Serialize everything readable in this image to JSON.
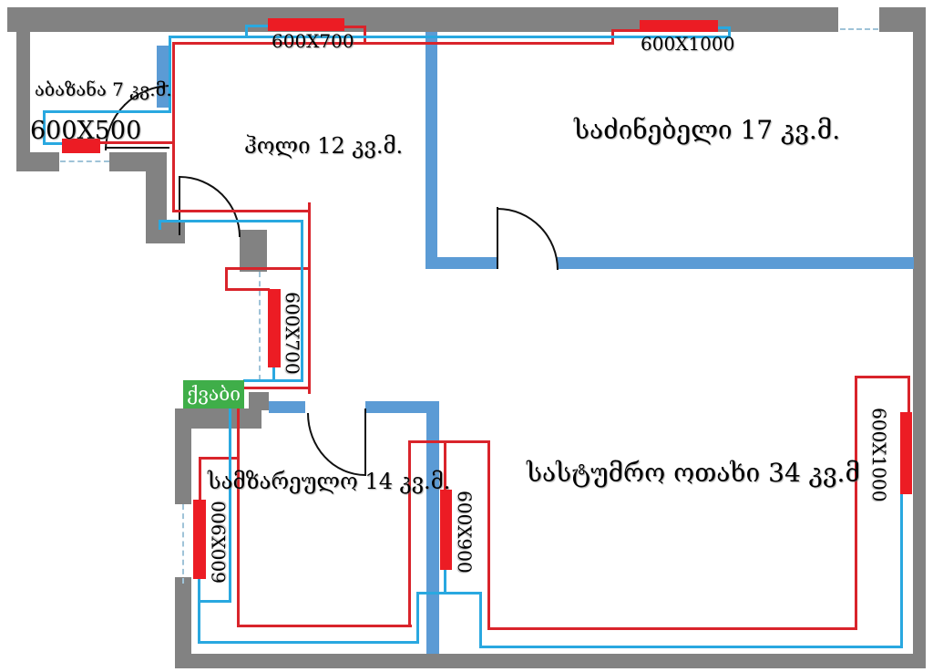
{
  "title": "apartment-heating-floor-plan",
  "rooms": {
    "bathroom": {
      "label": "აბაზანა 7 კვ.მ."
    },
    "hall": {
      "label": "ჰოლი 12 კვ.მ."
    },
    "bedroom": {
      "label": "საძინებელი 17 კვ.მ."
    },
    "kitchen": {
      "label": "სამზარეულო 14 კვ.მ."
    },
    "living": {
      "label": "სასტუმრო ოთახი 34 კვ.მ"
    }
  },
  "boiler": {
    "label": "ქვაბი",
    "color": "#3fae49"
  },
  "radiators": {
    "bathroom": {
      "label": "600X500"
    },
    "hall_top": {
      "label": "600X700"
    },
    "bedroom": {
      "label": "600X1000"
    },
    "hall_mid": {
      "label": "600X700"
    },
    "kitchen_left": {
      "label": "600X900"
    },
    "kitchen_mid": {
      "label": "600X900"
    },
    "living_right": {
      "label": "600X1000"
    }
  },
  "legend_colors": {
    "supply_pipe": "#d9242b",
    "return_pipe": "#29a8e0",
    "exterior_wall": "#828282",
    "interior_wall": "#5b9bd5",
    "radiator": "#ec1c24"
  }
}
